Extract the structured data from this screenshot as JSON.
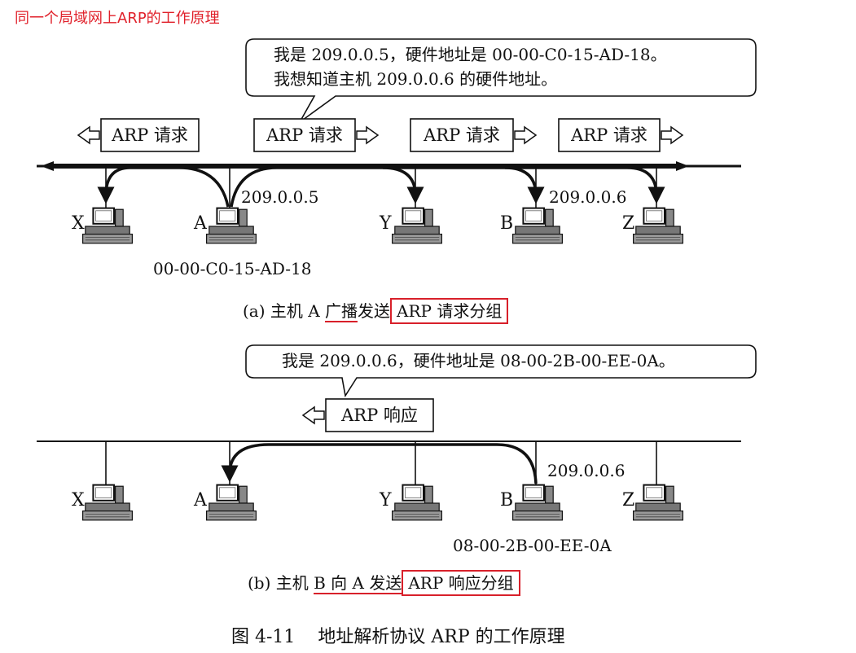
{
  "heading": "同一个局域网上ARP的工作原理",
  "part_a": {
    "bubble_line1": "我是 209.0.0.5，硬件地址是 00-00-C0-15-AD-18。",
    "bubble_line2": "我想知道主机 209.0.0.6 的硬件地址。",
    "packet_label": "ARP 请求",
    "ip_a": "209.0.0.5",
    "ip_b": "209.0.0.6",
    "mac_a": "00-00-C0-15-AD-18",
    "hosts": [
      "X",
      "A",
      "Y",
      "B",
      "Z"
    ],
    "caption_prefix": "(a) 主机 A ",
    "caption_underlined": "广播",
    "caption_mid": "发送",
    "caption_boxed": "ARP 请求分组"
  },
  "part_b": {
    "bubble_line1": "我是 209.0.0.6，硬件地址是 08-00-2B-00-EE-0A。",
    "packet_label": "ARP 响应",
    "ip_b": "209.0.0.6",
    "mac_b": "08-00-2B-00-EE-0A",
    "hosts": [
      "X",
      "A",
      "Y",
      "B",
      "Z"
    ],
    "caption_prefix": "(b) 主机 ",
    "caption_underlined": "B 向 A 发送",
    "caption_boxed": "ARP 响应分组"
  },
  "figure_caption": "图 4-11    地址解析协议 ARP 的工作原理",
  "colors": {
    "heading": "#e0202a",
    "highlight_box": "#d8202a",
    "underline": "#d8202a"
  }
}
